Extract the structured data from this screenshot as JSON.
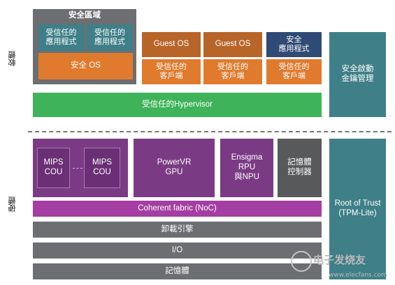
{
  "labels": {
    "software": "軟體",
    "hardware": "硬體"
  },
  "software": {
    "security_zone": {
      "title": "安全區域",
      "trusted_app_1": [
        "受信任的",
        "應用程式"
      ],
      "trusted_app_2": [
        "受信任的",
        "應用程式"
      ],
      "secure_os": "安全 OS"
    },
    "guest_1": {
      "os": "Guest OS",
      "client": [
        "受信任的",
        "客戶端"
      ]
    },
    "guest_2": {
      "os": "Guest OS",
      "client": [
        "受信任的",
        "客戶端"
      ]
    },
    "guest_3": {
      "app": [
        "安全",
        "應用程式"
      ],
      "client": [
        "受信任的",
        "客戶端"
      ]
    },
    "secure_boot": [
      "安全啟動",
      "金鑰管理"
    ],
    "hypervisor": "受信任的Hypervisor"
  },
  "hardware": {
    "mips_1": [
      "MIPS",
      "COU"
    ],
    "mips_2": [
      "MIPS",
      "COU"
    ],
    "powervr": [
      "PowerVR",
      "GPU"
    ],
    "ensigma": [
      "Ensigma",
      "RPU",
      "與NPU"
    ],
    "memory_controller": [
      "記憶體",
      "控制器"
    ],
    "coherent_fabric": "Coherent fabric (NoC)",
    "offload_engine": "卸載引擎",
    "io": "I/O",
    "memory": "記憶體",
    "root_of_trust": [
      "Root of Trust",
      "(TPM-Lite)"
    ]
  },
  "watermark": {
    "text": "电子发烧友",
    "url": "www.elecfans.com"
  },
  "colors": {
    "grey": "#6d6e71",
    "dark_grey": "#58595b",
    "orange": "#e07b2e",
    "brown_orange": "#b8652a",
    "navy": "#2f4a74",
    "teal": "#3e7f88",
    "green": "#3fb35a",
    "purple": "#7a3b84",
    "magenta": "#a43ea2"
  }
}
